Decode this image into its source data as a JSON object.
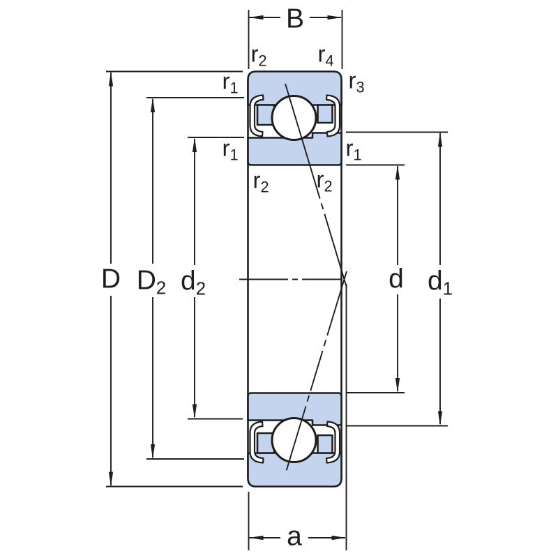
{
  "drawing": {
    "kind": "bearing-cross-section-diagram"
  },
  "colors": {
    "line": "#1e1e1e",
    "ring_fill": "#c4d4ee",
    "background": "#ffffff"
  },
  "labels": {
    "B": {
      "main": "B",
      "sub": ""
    },
    "a": {
      "main": "a",
      "sub": ""
    },
    "D": {
      "main": "D",
      "sub": ""
    },
    "D2": {
      "main": "D",
      "sub": "2"
    },
    "d2": {
      "main": "d",
      "sub": "2"
    },
    "d": {
      "main": "d",
      "sub": ""
    },
    "d1": {
      "main": "d",
      "sub": "1"
    },
    "r1": {
      "main": "r",
      "sub": "1"
    },
    "r2": {
      "main": "r",
      "sub": "2"
    },
    "r3": {
      "main": "r",
      "sub": "3"
    },
    "r4": {
      "main": "r",
      "sub": "4"
    }
  }
}
